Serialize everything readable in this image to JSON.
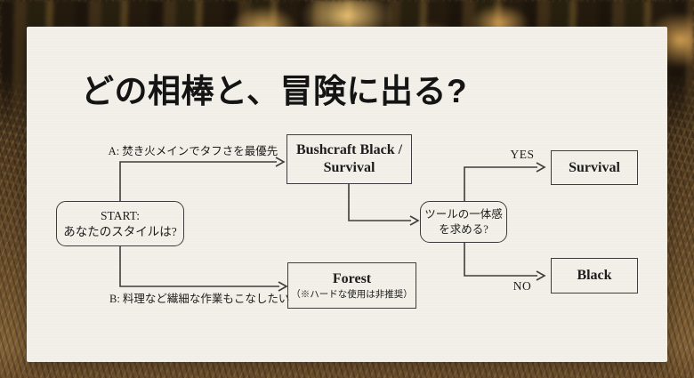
{
  "page": {
    "title": "どの相棒と、冒険に出る?"
  },
  "flowchart": {
    "start": {
      "line1": "START:",
      "line2": "あなたのスタイルは?"
    },
    "branch_a_label": "A: 焚き火メインでタフさを最優先",
    "branch_b_label": "B: 料理など繊細な作業もこなしたい",
    "bushcraft": {
      "line1": "Bushcraft Black /",
      "line2": "Survival"
    },
    "forest": {
      "title": "Forest",
      "note": "（※ハードな使用は非推奨）"
    },
    "decision": {
      "line1": "ツールの一体感",
      "line2": "を求める?"
    },
    "yes_label": "YES",
    "no_label": "NO",
    "survival_label": "Survival",
    "black_label": "Black"
  },
  "colors": {
    "card_background": "#f2f0e8",
    "stroke": "#3d3d3d",
    "text": "#1c1c1c"
  }
}
